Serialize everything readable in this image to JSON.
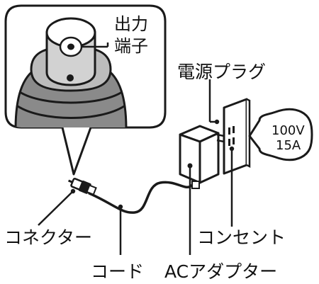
{
  "labels": {
    "output_terminal_line1": "出力",
    "output_terminal_line2": "端子",
    "power_plug": "電源プラグ",
    "connector": "コネクター",
    "cord": "コード",
    "ac_adapter": "ACアダプター",
    "outlet": "コンセント",
    "outlet_rating_voltage": "100V",
    "outlet_rating_current": "15A"
  },
  "colors": {
    "outline": "#1a1a1a",
    "fill_light": "#ffffff",
    "fill_mid": "#bcbcbc",
    "fill_dark": "#8a8a8a",
    "fill_inner": "#d2d2d2"
  }
}
